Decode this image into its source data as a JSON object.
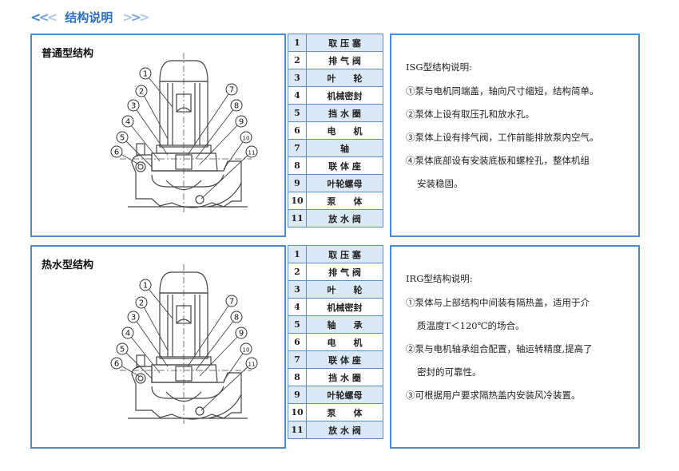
{
  "header": {
    "title": "结构说明"
  },
  "sections": [
    {
      "diagram_label": "普通型结构",
      "callouts": [
        "1",
        "2",
        "3",
        "4",
        "5",
        "6",
        "7",
        "8",
        "9",
        "10",
        "11"
      ],
      "parts": [
        {
          "no": "1",
          "name": "取 压 塞"
        },
        {
          "no": "2",
          "name": "排 气 阀"
        },
        {
          "no": "3",
          "name": "叶　　轮"
        },
        {
          "no": "4",
          "name": "机械密封"
        },
        {
          "no": "5",
          "name": "挡 水 圈"
        },
        {
          "no": "6",
          "name": "电　　机"
        },
        {
          "no": "7",
          "name": "轴"
        },
        {
          "no": "8",
          "name": "联 体 座"
        },
        {
          "no": "9",
          "name": "叶轮螺母"
        },
        {
          "no": "10",
          "name": "泵　　体"
        },
        {
          "no": "11",
          "name": "放 水 阀"
        }
      ],
      "description": {
        "heading": "ISG型结构说明:",
        "items": [
          [
            "①泵与电机同端盖，轴向尺寸缩短，结构简单。"
          ],
          [
            "②泵体上设有取压孔和放水孔。"
          ],
          [
            "③泵体上设有排气阀，工作前能排放泵内空气。"
          ],
          [
            "④泵体底部设有安装底板和螺栓孔，整体机组",
            "安装稳固。"
          ]
        ]
      }
    },
    {
      "diagram_label": "热水型结构",
      "callouts": [
        "1",
        "2",
        "3",
        "4",
        "5",
        "6",
        "7",
        "8",
        "9",
        "10",
        "11"
      ],
      "parts": [
        {
          "no": "1",
          "name": "取 压 塞"
        },
        {
          "no": "2",
          "name": "排 气 阀"
        },
        {
          "no": "3",
          "name": "叶　　轮"
        },
        {
          "no": "4",
          "name": "机械密封"
        },
        {
          "no": "5",
          "name": "轴　　承"
        },
        {
          "no": "6",
          "name": "电　　机"
        },
        {
          "no": "7",
          "name": "联 体 座"
        },
        {
          "no": "8",
          "name": "挡 水 圈"
        },
        {
          "no": "9",
          "name": "叶轮螺母"
        },
        {
          "no": "10",
          "name": "泵　　体"
        },
        {
          "no": "11",
          "name": "放 水 阀"
        }
      ],
      "description": {
        "heading": "IRG型结构说明:",
        "items": [
          [
            "①泵体与上部结构中间装有隔热盖，适用于介",
            "质温度T＜120℃的场合。"
          ],
          [
            "②泵与电机轴承组合配置，轴运转精度,提高了",
            "密封的可靠性。"
          ],
          [
            "③可根据用户要求隔热盖内安装风冷装置。"
          ]
        ]
      }
    }
  ]
}
